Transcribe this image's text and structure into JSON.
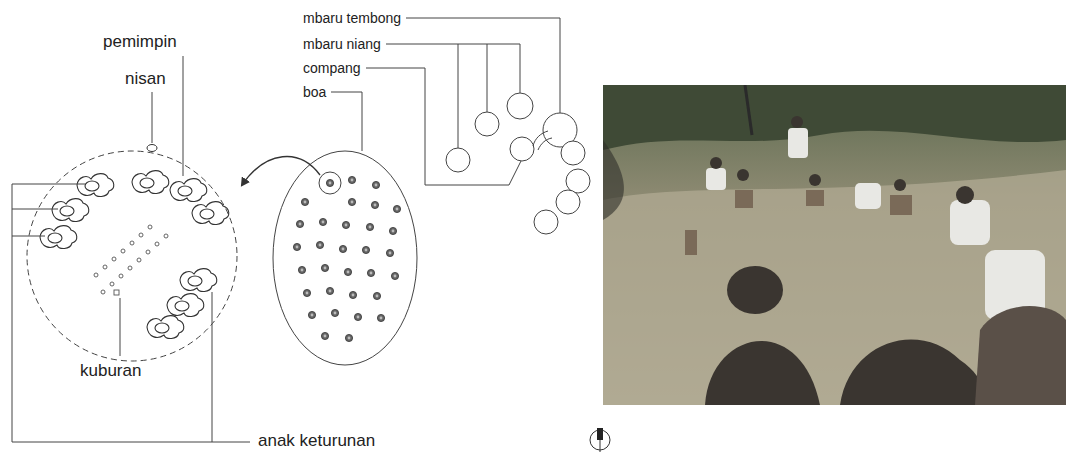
{
  "diagram": {
    "labels": [
      "mbaru tembong",
      "mbaru niang",
      "compang",
      "boa",
      "pemimpin",
      "nisan",
      "kuburan",
      "anak keturunan"
    ]
  }
}
